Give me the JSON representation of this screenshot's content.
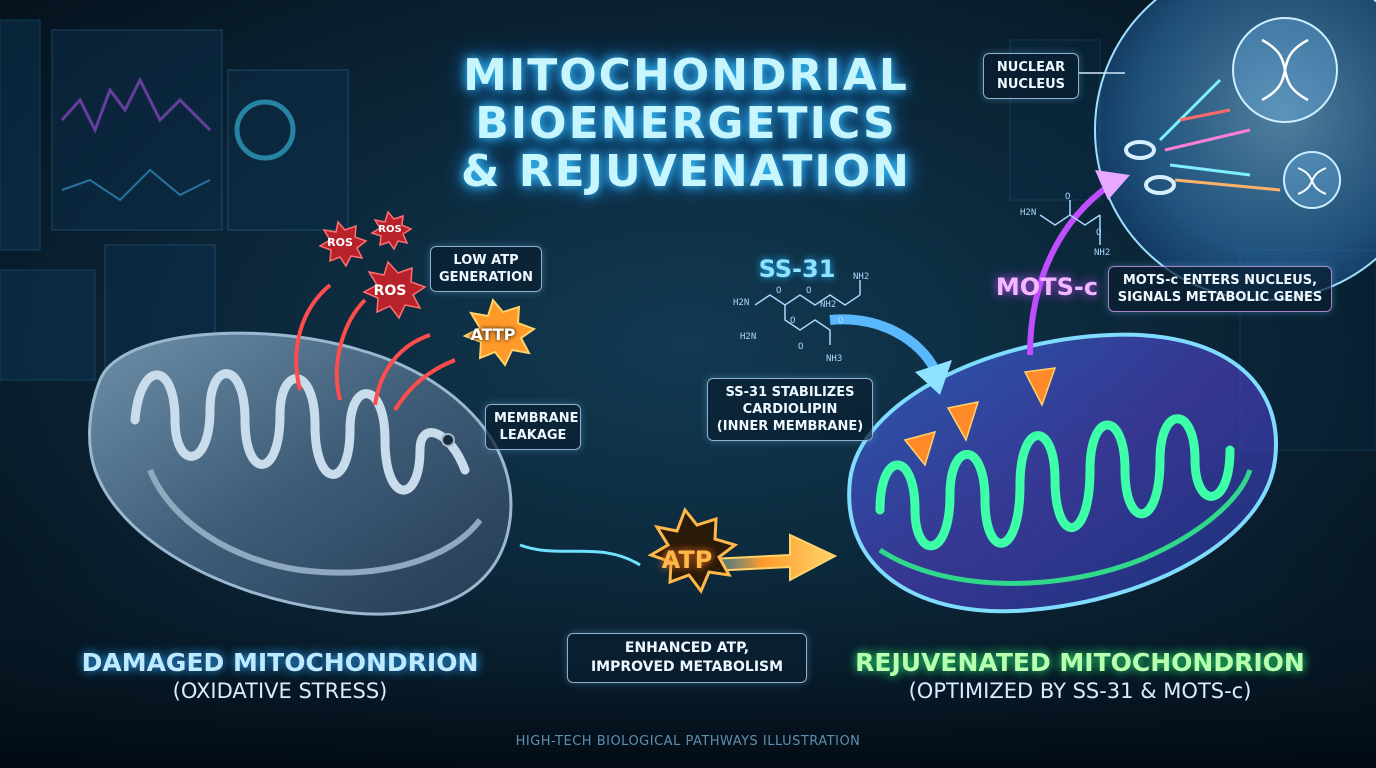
{
  "title": [
    "MITOCHONDRIAL",
    "BIOENERGETICS",
    "& REJUVENATION"
  ],
  "damaged": {
    "title": "DAMAGED MITOCHONDRION",
    "subtitle": "(OXIDATIVE STRESS)",
    "ros_badges": [
      "ROS",
      "ROS",
      "ROS"
    ],
    "attp_badge": "ATTP",
    "low_atp_label": [
      "LOW ATP",
      "GENERATION"
    ],
    "membrane_label": [
      "MEMBRANE",
      "LEAKAGE"
    ]
  },
  "transition": {
    "atp_badge": "ATP",
    "label": [
      "ENHANCED ATP,",
      "IMPROVED METABOLISM"
    ]
  },
  "rejuvenated": {
    "title": "REJUVENATED MITOCHONDRION",
    "subtitle": "(OPTIMIZED BY SS-31 & MOTS-c)",
    "ss31_label": "SS-31",
    "ss31_box": [
      "SS-31 STABILIZES",
      "CARDIOLIPIN",
      "(INNER MEMBRANE)"
    ],
    "ss31_molecule": [
      "NH2",
      "H2N",
      "H2N",
      "O",
      "O",
      "NH2",
      "O",
      "O",
      "O",
      "NH3"
    ],
    "motsc_label": "MOTS-c",
    "motsc_box": [
      "MOTS-c ENTERS NUCLEUS,",
      "SIGNALS METABOLIC GENES"
    ],
    "motsc_molecule": [
      "H2N",
      "O",
      "O",
      "NH2"
    ],
    "nucleus_label": [
      "NUCLEAR",
      "NUCLEUS"
    ]
  },
  "footer": "HIGH-TECH BIOLOGICAL PATHWAYS ILLUSTRATION",
  "colors": {
    "background": "#071826",
    "title_glow": "#38c8ff",
    "damaged_accent": "#bfe9ff",
    "rejuvenated_accent": "#b8ffb0",
    "ros_red": "#e0353b",
    "atp_orange": "#ff9a2a",
    "motsc_purple": "#c04dff",
    "nucleus_blue": "#5ab8ff"
  }
}
